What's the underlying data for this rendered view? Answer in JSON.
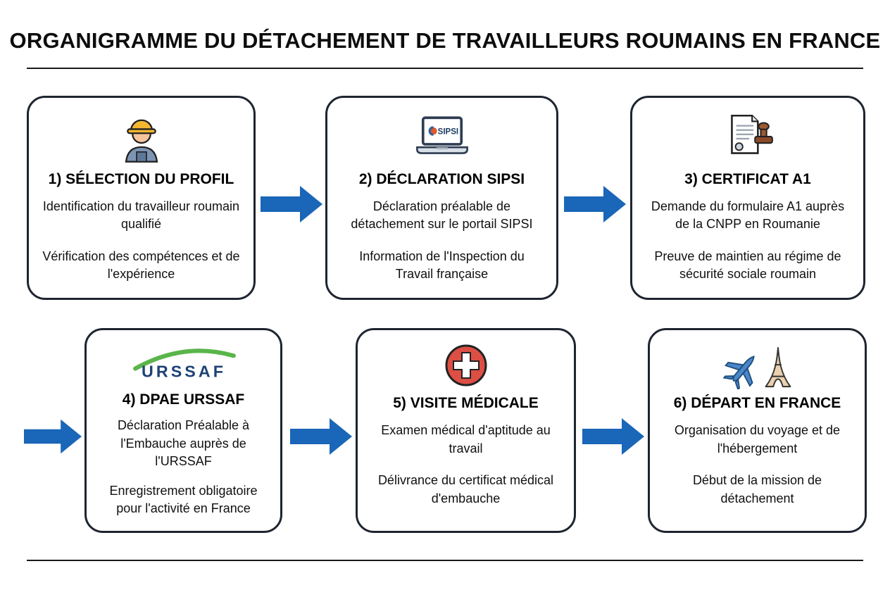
{
  "page": {
    "title": "ORGANIGRAMME DU DÉTACHEMENT DE TRAVAILLEURS ROUMAINS EN FRANCE"
  },
  "colors": {
    "arrow": "#1a66b8",
    "box_border": "#1e2530",
    "medical_red": "#dd4f44",
    "urssaf_blue": "#1e4276",
    "urssaf_green": "#5ab54b",
    "helmet_yellow": "#f5b731",
    "plane_blue": "#4a86c8"
  },
  "icons": {
    "sipsi_label": "SIPSI",
    "urssaf_label": "URSSAF"
  },
  "steps": [
    {
      "icon": "construction-worker",
      "title": "1) SÉLECTION DU PROFIL",
      "para1": "Identification du travailleur roumain qualifié",
      "para2": "Vérification des compétences et de l'expérience"
    },
    {
      "icon": "sipsi-laptop",
      "title": "2) DÉCLARATION SIPSI",
      "para1": "Déclaration préalable de détachement sur le portail SIPSI",
      "para2": "Information de l'Inspection du Travail française"
    },
    {
      "icon": "document-with-stamp",
      "title": "3) CERTIFICAT A1",
      "para1": "Demande du formulaire A1 auprès de la CNPP en Roumanie",
      "para2": "Preuve de maintien au régime de sécurité sociale roumain"
    },
    {
      "icon": "urssaf-logo",
      "title": "4) DPAE URSSAF",
      "para1": "Déclaration Préalable à l'Embauche auprès de l'URSSAF",
      "para2": "Enregistrement obligatoire pour l'activité en France"
    },
    {
      "icon": "medical-cross",
      "title": "5) VISITE MÉDICALE",
      "para1": "Examen médical d'aptitude au travail",
      "para2": "Délivrance du certificat médical d'embauche"
    },
    {
      "icon": "plane-and-eiffel-tower",
      "title": "6) DÉPART EN FRANCE",
      "para1": "Organisation du voyage et de l'hébergement",
      "para2": "Début de la mission de détachement"
    }
  ]
}
